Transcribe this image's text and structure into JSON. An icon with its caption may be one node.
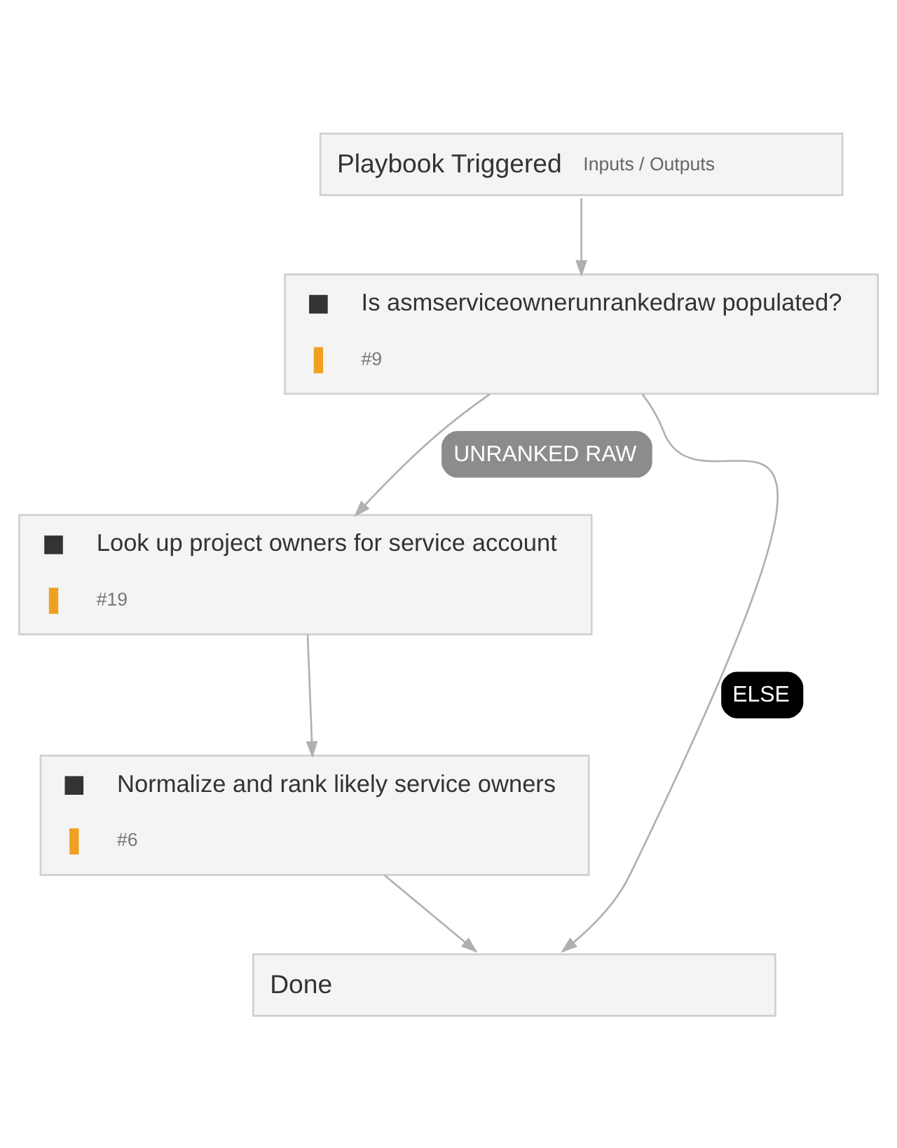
{
  "diagram": {
    "nodes": [
      {
        "text": [
          "Playbook Triggered",
          "Inputs / Outputs"
        ]
      },
      {
        "text": [
          "Is asmserviceownerunrankedraw populated?",
          "#9"
        ]
      },
      {
        "text": [
          "Look up project owners for service account",
          "#19"
        ]
      },
      {
        "text": [
          "Normalize and rank likely service owners",
          "#6"
        ]
      },
      {
        "text": [
          "Done"
        ]
      }
    ],
    "edges": [
      {
        "from": 0,
        "to": 1,
        "arrow": "to"
      },
      {
        "from": 1,
        "to": 2,
        "arrow": "to",
        "label": "UNRANKED RAW"
      },
      {
        "from": 1,
        "to": 4,
        "arrow": "to",
        "label": "ELSE"
      },
      {
        "from": 2,
        "to": 3,
        "arrow": "to"
      },
      {
        "from": 3,
        "to": 4,
        "arrow": "to"
      }
    ]
  }
}
